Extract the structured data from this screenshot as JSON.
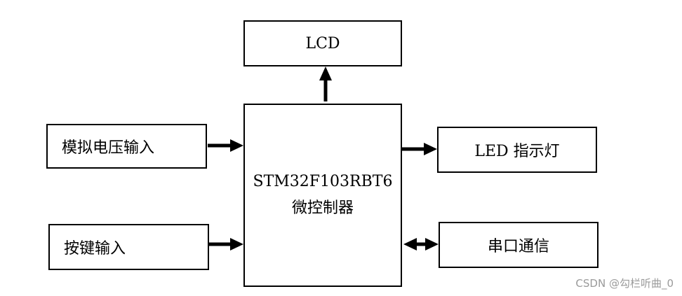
{
  "blocks": {
    "lcd": "LCD",
    "mcu_line1": "STM32F103RBT6",
    "mcu_line2": "微控制器",
    "analog_input": "模拟电压输入",
    "key_input": "按键输入",
    "led": "LED 指示灯",
    "serial": "串口通信"
  },
  "watermark": "CSDN @勾栏听曲_0"
}
